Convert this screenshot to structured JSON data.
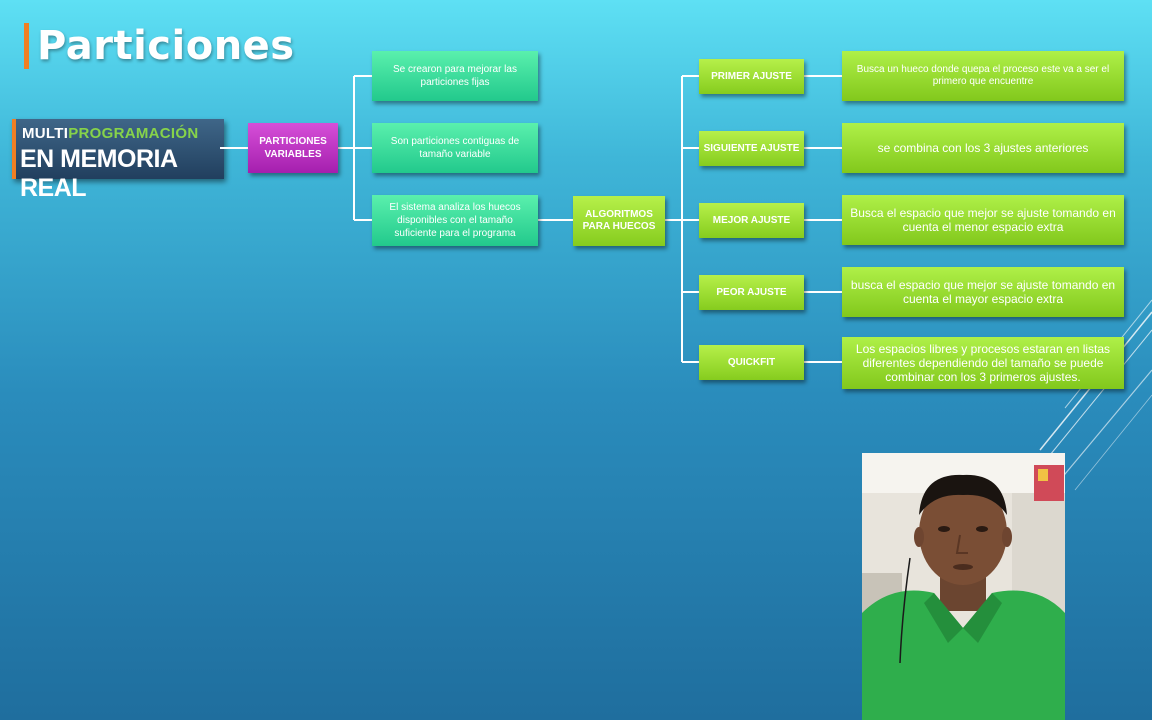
{
  "slide": {
    "title": "Particiones"
  },
  "logo": {
    "line1_part1": "MULTI",
    "line1_part2": "PROGRAMACIÓN",
    "line2": "EN MEMORIA REAL"
  },
  "diagram": {
    "root": "PARTICIONES VARIABLES",
    "properties": [
      "Se crearon para mejorar las particiones fijas",
      "Son particiones contiguas de tamaño variable",
      "El sistema analiza los huecos disponibles con el tamaño suficiente para el programa"
    ],
    "algorithms_node": "ALGORITMOS PARA HUECOS",
    "algorithms": [
      {
        "name": "PRIMER AJUSTE",
        "description": "Busca un hueco donde quepa el proceso este va a ser el primero que encuentre"
      },
      {
        "name": "SIGUIENTE AJUSTE",
        "description": "se combina con los 3 ajustes anteriores"
      },
      {
        "name": "MEJOR AJUSTE",
        "description": "Busca el espacio que mejor se ajuste tomando en cuenta el menor espacio extra"
      },
      {
        "name": "PEOR AJUSTE",
        "description": "busca el espacio que mejor se ajuste tomando en cuenta el mayor espacio extra"
      },
      {
        "name": "QUICKFIT",
        "description": "Los espacios libres y procesos estaran en listas diferentes dependiendo del tamaño se puede combinar con los 3 primeros ajustes."
      }
    ]
  },
  "colors": {
    "accent_orange": "#f07f23",
    "magenta": "#b52cbc",
    "teal": "#2ad497",
    "lime": "#9be032",
    "connector": "#ffffff"
  }
}
